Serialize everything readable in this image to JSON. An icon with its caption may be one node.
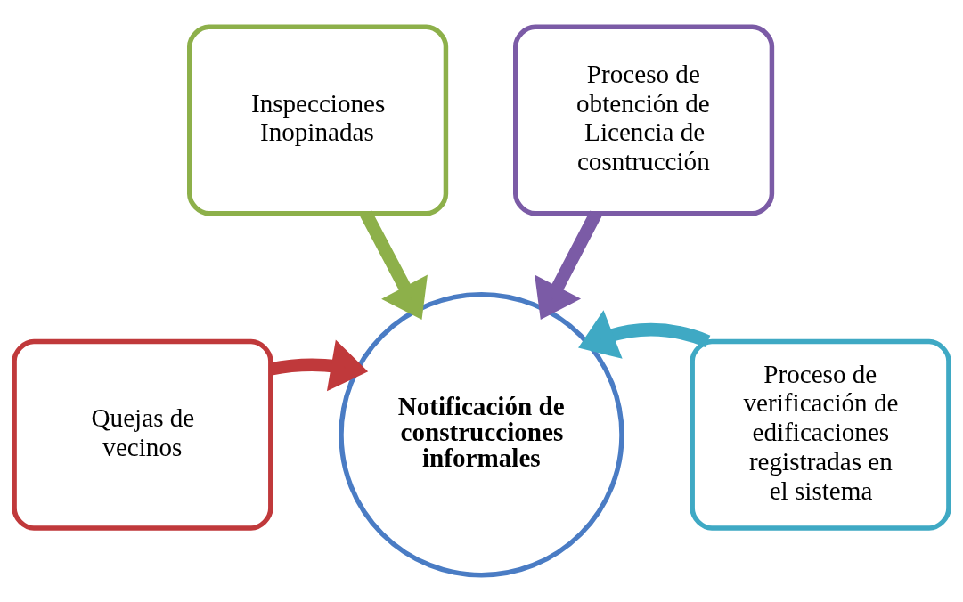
{
  "diagram": {
    "nodes": [
      {
        "text": [
          "Inspecciones Inopinadas"
        ]
      },
      {
        "text": [
          "Proceso de obtención de Licencia de cosntrucción"
        ]
      },
      {
        "text": [
          "Quejas de vecinos"
        ]
      },
      {
        "text": [
          "Proceso de verificación de edificaciones registradas en el sistema"
        ]
      },
      {
        "text": [
          "Notificación de construcciones informales"
        ]
      }
    ],
    "edges": [
      {
        "from": 0,
        "to": 4,
        "arrow": "to",
        "color": "#8db04a"
      },
      {
        "from": 1,
        "to": 4,
        "arrow": "to",
        "color": "#7b5ba6"
      },
      {
        "from": 2,
        "to": 4,
        "arrow": "to",
        "color": "#c0393b"
      },
      {
        "from": 3,
        "to": 4,
        "arrow": "to",
        "color": "#3fa9c4"
      }
    ]
  }
}
